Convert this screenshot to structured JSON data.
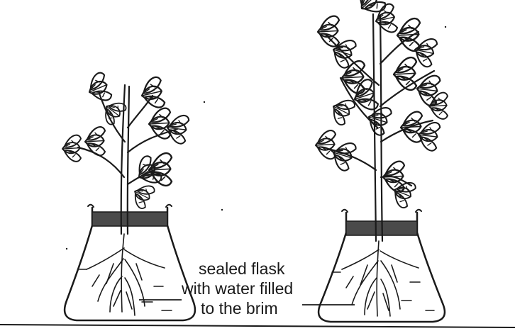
{
  "caption": {
    "line1": "sealed flask",
    "line2": "with water filled",
    "line3": "to the brim"
  },
  "colors": {
    "ink": "#1a1a1a",
    "seal": "#4a4a4a",
    "background": "#ffffff"
  }
}
